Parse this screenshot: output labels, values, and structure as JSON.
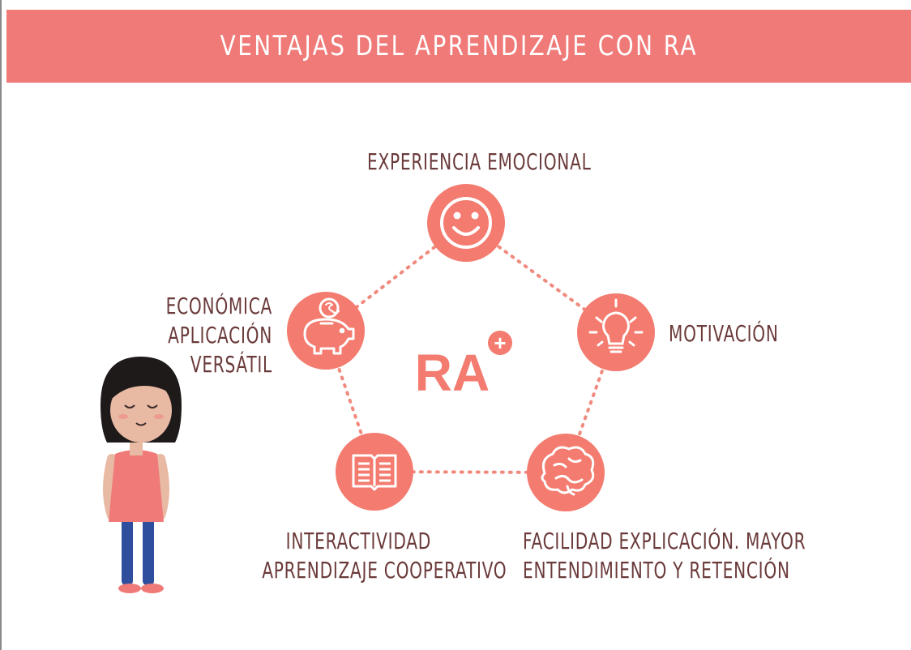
{
  "header": {
    "title": "VENTAJAS DEL APRENDIZAJE CON RA"
  },
  "center": {
    "text": "RA",
    "plus": "+"
  },
  "nodes": [
    {
      "id": "experiencia",
      "icon": "smiley-face-icon",
      "lines": [
        "EXPERIENCIA EMOCIONAL"
      ]
    },
    {
      "id": "motivacion",
      "icon": "lightbulb-icon",
      "lines": [
        "MOTIVACIÓN"
      ]
    },
    {
      "id": "facilidad",
      "icon": "brain-icon",
      "lines": [
        "FACILIDAD EXPLICACIÓN. MAYOR",
        "ENTENDIMIENTO Y RETENCIÓN"
      ]
    },
    {
      "id": "interactividad",
      "icon": "open-book-icon",
      "lines": [
        "INTERACTIVIDAD",
        "APRENDIZAJE COOPERATIVO"
      ]
    },
    {
      "id": "economica",
      "icon": "piggy-bank-icon",
      "lines": [
        "ECONÓMICA",
        "APLICACIÓN",
        "VERSÁTIL"
      ]
    }
  ],
  "colors": {
    "accent": "#ef7a78",
    "circle": "#f47b6f",
    "text": "#6b3a3a",
    "dots": "#f08a7e"
  }
}
